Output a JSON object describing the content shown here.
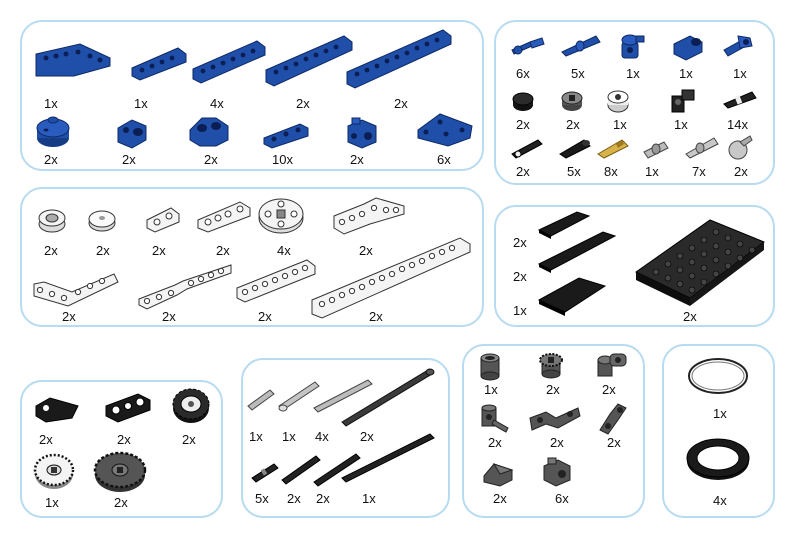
{
  "colors": {
    "panel_border": "#b7dbf0",
    "blue_part": "#1f4fa8",
    "black_part": "#222222",
    "gray_part": "#666666",
    "white_part": "#f4f4f4",
    "tan_part": "#d8b34a"
  },
  "panels": [
    {
      "id": "blue-beams",
      "items": [
        {
          "icon": "blue-l-beam-icon",
          "qty": "1x"
        },
        {
          "icon": "blue-beam-5-icon",
          "qty": "1x"
        },
        {
          "icon": "blue-beam-7-icon",
          "qty": "4x"
        },
        {
          "icon": "blue-beam-9-icon",
          "qty": "2x"
        },
        {
          "icon": "blue-beam-11-icon",
          "qty": "2x"
        },
        {
          "icon": "blue-round-connector-icon",
          "qty": "2x"
        },
        {
          "icon": "blue-cross-block-icon",
          "qty": "2x"
        },
        {
          "icon": "blue-double-connector-icon",
          "qty": "2x"
        },
        {
          "icon": "blue-beam-3-icon",
          "qty": "10x"
        },
        {
          "icon": "blue-brick-axle-icon",
          "qty": "2x"
        },
        {
          "icon": "blue-triangle-plate-icon",
          "qty": "6x"
        }
      ]
    },
    {
      "id": "pins",
      "items": [
        {
          "icon": "blue-axle-pin-icon",
          "qty": "6x"
        },
        {
          "icon": "blue-long-pin-icon",
          "qty": "5x"
        },
        {
          "icon": "blue-pin-connector-icon",
          "qty": "1x"
        },
        {
          "icon": "blue-bush-icon",
          "qty": "1x"
        },
        {
          "icon": "blue-axle-connector-icon",
          "qty": "1x"
        },
        {
          "icon": "black-round-tile-icon",
          "qty": "2x"
        },
        {
          "icon": "gray-bush-icon",
          "qty": "2x"
        },
        {
          "icon": "white-bush-icon",
          "qty": "1x"
        },
        {
          "icon": "black-angle-connector-icon",
          "qty": "1x"
        },
        {
          "icon": "black-friction-pin-icon",
          "qty": "14x"
        },
        {
          "icon": "black-axle-2-icon",
          "qty": "2x"
        },
        {
          "icon": "black-axle-pin-icon",
          "qty": "5x"
        },
        {
          "icon": "tan-axle-pin-icon",
          "qty": "8x"
        },
        {
          "icon": "gray-pin-icon",
          "qty": "1x"
        },
        {
          "icon": "gray-long-pin-icon",
          "qty": "7x"
        },
        {
          "icon": "gray-ball-pin-icon",
          "qty": "2x"
        }
      ]
    },
    {
      "id": "white-beams",
      "items": [
        {
          "icon": "white-wheel-hub-icon",
          "qty": "2x"
        },
        {
          "icon": "white-round-tile-icon",
          "qty": "2x"
        },
        {
          "icon": "white-beam-2-icon",
          "qty": "2x"
        },
        {
          "icon": "white-beam-4-icon",
          "qty": "2x"
        },
        {
          "icon": "white-pulley-wheel-icon",
          "qty": "4x"
        },
        {
          "icon": "white-l-beam-small-icon",
          "qty": "2x"
        },
        {
          "icon": "white-l-beam-large-icon",
          "qty": "2x"
        },
        {
          "icon": "white-bent-beam-icon",
          "qty": "2x"
        },
        {
          "icon": "white-beam-9-icon",
          "qty": "2x"
        },
        {
          "icon": "white-beam-15-icon",
          "qty": "2x"
        }
      ]
    },
    {
      "id": "plates",
      "items": [
        {
          "icon": "black-tile-small-icon",
          "qty": "2x"
        },
        {
          "icon": "black-tile-long-icon",
          "qty": "2x"
        },
        {
          "icon": "black-tile-wide-icon",
          "qty": "1x"
        },
        {
          "icon": "black-plate-icon",
          "qty": "2x"
        }
      ]
    },
    {
      "id": "gears",
      "items": [
        {
          "icon": "black-wedge-icon",
          "qty": "2x"
        },
        {
          "icon": "black-beam-3-icon",
          "qty": "2x"
        },
        {
          "icon": "white-tire-gear-icon",
          "qty": "2x"
        },
        {
          "icon": "white-gear-icon",
          "qty": "1x"
        },
        {
          "icon": "gray-gear-icon",
          "qty": "2x"
        }
      ]
    },
    {
      "id": "axles",
      "items": [
        {
          "icon": "gray-axle-3-icon",
          "qty": "1x"
        },
        {
          "icon": "gray-axle-4-icon",
          "qty": "1x"
        },
        {
          "icon": "gray-axle-5-icon",
          "qty": "4x"
        },
        {
          "icon": "black-axle-8-icon",
          "qty": "2x"
        },
        {
          "icon": "black-axle-small-icon",
          "qty": "5x"
        },
        {
          "icon": "black-axle-4-icon",
          "qty": "2x"
        },
        {
          "icon": "black-axle-5-icon",
          "qty": "2x"
        },
        {
          "icon": "black-axle-10-icon",
          "qty": "1x"
        }
      ]
    },
    {
      "id": "gray-parts",
      "items": [
        {
          "icon": "gray-cylinder-icon",
          "qty": "1x"
        },
        {
          "icon": "gray-small-gear-icon",
          "qty": "2x"
        },
        {
          "icon": "gray-cross-connector-icon",
          "qty": "2x"
        },
        {
          "icon": "gray-perpendicular-pin-icon",
          "qty": "2x"
        },
        {
          "icon": "gray-bent-connector-icon",
          "qty": "2x"
        },
        {
          "icon": "gray-angled-connector-icon",
          "qty": "2x"
        },
        {
          "icon": "gray-slope-brick-icon",
          "qty": "2x"
        },
        {
          "icon": "gray-technic-brick-icon",
          "qty": "6x"
        }
      ]
    },
    {
      "id": "rubber-bands",
      "items": [
        {
          "icon": "white-rubber-band-icon",
          "qty": "1x"
        },
        {
          "icon": "black-tire-ring-icon",
          "qty": "4x"
        }
      ]
    }
  ]
}
